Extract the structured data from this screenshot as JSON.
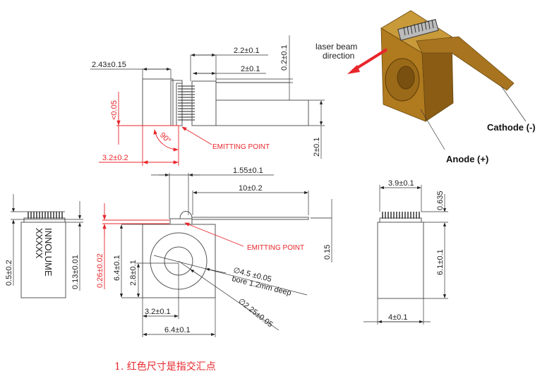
{
  "top_view": {
    "dim_2_43": "2.43±0.15",
    "dim_2_2": "2.2±0.1",
    "dim_2": "2±0.1",
    "dim_0_2": "0.2±0.1",
    "dim_height_2": "2±0.1",
    "dim_lt_0_05": "<0.05",
    "angle": "90°",
    "dim_3_2": "3.2±0.2",
    "emitting_point": "EMITTING POINT"
  },
  "front_view": {
    "dim_1_55": "1.55±0.1",
    "dim_10": "10±0.2",
    "dim_0_15": "0.15",
    "dim_0_26": "0.26±0.02",
    "dim_6_4_v": "6.4±0.1",
    "dim_2_8": "2.8±0.1",
    "dim_3_2": "3.2±0.1",
    "dim_6_4_h": "6.4±0.1",
    "dia_4_5": "∅4.5 ±0.05",
    "bore": "bore 1.2mm deep",
    "dia_2_25": "∅2.25±0.05",
    "emitting_point": "EMITTING POINT"
  },
  "side_view": {
    "marking_line1": "INNOLUME",
    "marking_line2": "XXXXX",
    "dim_0_5": "0.5±0.2",
    "dim_0_13": "0.13±0.01"
  },
  "right_view": {
    "dim_3_9": "3.9±0.1",
    "dim_0_635": "0.635",
    "dim_6_1": "6.1±0.1",
    "dim_4": "4±0.1"
  },
  "render_3d": {
    "beam_label_1": "laser beam",
    "beam_label_2": "direction",
    "cathode": "Cathode (-)",
    "anode": "Anode (+)"
  },
  "note": "1. 红色尺寸是指交汇点",
  "colors": {
    "red": "#e8262b",
    "brass": "#b07a1e"
  }
}
